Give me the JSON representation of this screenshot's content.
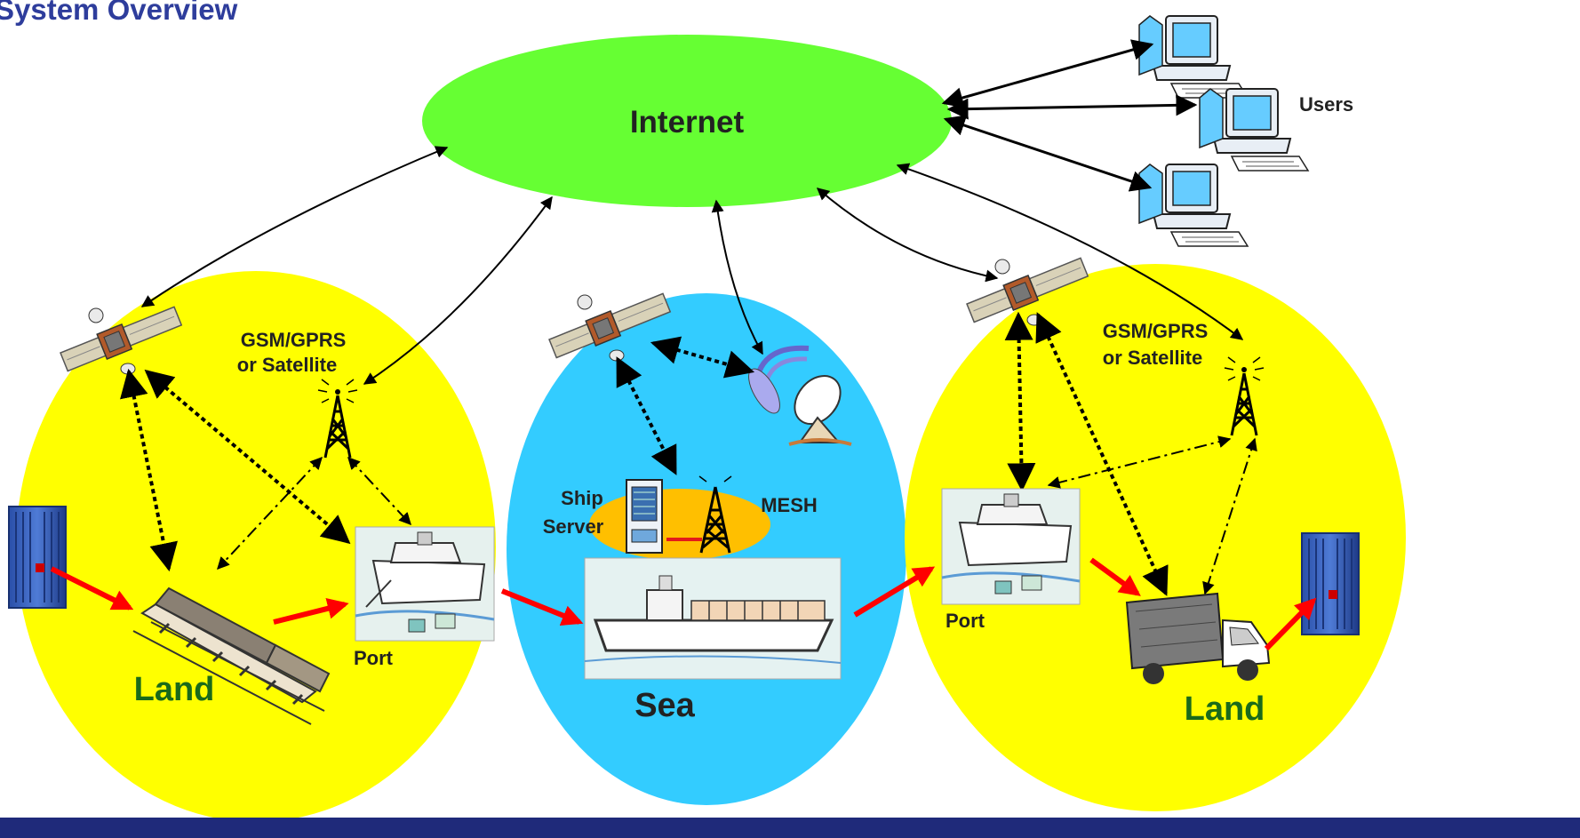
{
  "title": "System Overview",
  "labels": {
    "internet": "Internet",
    "users": "Users",
    "gsm_left_1": "GSM/GPRS",
    "gsm_left_2": "or Satellite",
    "gsm_right_1": "GSM/GPRS",
    "gsm_right_2": "or Satellite",
    "ship_server_1": "Ship",
    "ship_server_2": "Server",
    "mesh": "MESH",
    "port_left": "Port",
    "port_right": "Port",
    "land_left": "Land",
    "sea": "Sea",
    "land_right": "Land"
  },
  "colors": {
    "title": "#2e3d9c",
    "internet_cloud": "#66ff33",
    "land_zone": "#ffff00",
    "sea_zone": "#33ccff",
    "ship_platform": "#ffbf00",
    "flow_arrow": "#ff0000",
    "land_text": "#1a6a1a",
    "bottom_bar": "#1f2a7a"
  },
  "icons": [
    "satellite-icon",
    "cell-tower-icon",
    "satellite-dish-icon",
    "server-rack-icon",
    "computer-icon",
    "shipping-container-icon",
    "train-icon",
    "port-icon",
    "cargo-ship-icon",
    "truck-icon"
  ]
}
